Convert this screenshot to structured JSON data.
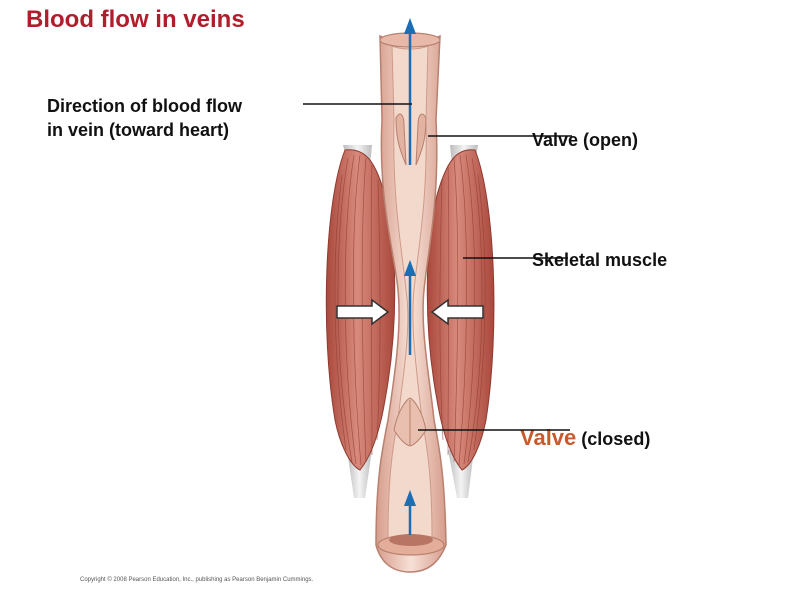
{
  "title": "Blood flow in veins",
  "labels": {
    "direction_line1": "Direction of blood flow",
    "direction_line2": "in vein (toward heart)",
    "valve_open": "Valve (open)",
    "skeletal_muscle": "Skeletal muscle",
    "valve_closed_word": "Valve",
    "valve_closed_qualifier": "(closed)"
  },
  "copyright": "Copyright © 2008 Pearson Education, Inc., publishing as Pearson Benjamin Cummings.",
  "colors": {
    "title": "#b01e2e",
    "valve_closed_word": "#c85a2c",
    "flow_arrow": "#1b6db4",
    "vein_wall": "#dba898",
    "vein_lumen": "#f2d5c8",
    "muscle": "#c96e60",
    "muscle_dark": "#9b3f34",
    "tendon": "#d9d9d9"
  },
  "icons": {
    "flow": "up-arrow",
    "compression": "hollow-arrow"
  }
}
